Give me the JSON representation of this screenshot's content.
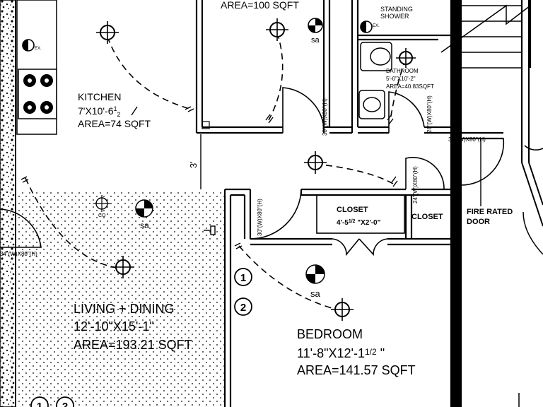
{
  "rooms": {
    "kitchen": {
      "name": "KITCHEN",
      "size_main": "7'X10'-6",
      "size_frac": "1",
      "size_frac2": "2",
      "area": "AREA=74 SQFT"
    },
    "top_room": {
      "area": "AREA=100 SQFT"
    },
    "shower": {
      "line1": "STANDING",
      "line2": "SHOWER"
    },
    "bathroom": {
      "name": "BATHROOM",
      "size": "5'-0\"X10'-2\"",
      "area": "AREA=40.83SQFT"
    },
    "living": {
      "name": "LIVING + DINING",
      "size": "12'-10\"X15'-1\"",
      "area": "AREA=193.21 SQFT"
    },
    "bedroom": {
      "name": "BEDROOM",
      "size_main": "11'-8\"X12'-1",
      "size_tail": " \"",
      "area": "AREA=141.57 SQFT"
    },
    "closet_center": {
      "name": "CLOSET",
      "size": "4'-5",
      "size_tail": " \"X2'-0\""
    },
    "closet_right": {
      "name": "CLOSET"
    }
  },
  "door_labels": {
    "top_center": "30\"(W)X80\"(H)",
    "bath": "28\"(W)X80\"(H)",
    "hall_right": "32\"(W)X80\"(H)",
    "hall_mid": "24\"(W)X80\"(H)",
    "living_left": "34\"(W)X80\"(H)",
    "bedroom": "30\"(W)X80\"(H)"
  },
  "notes": {
    "fire_door_1": "FIRE RATED",
    "fire_door_2": "DOOR",
    "dimension_3ft": "3'",
    "half": "1/2"
  },
  "symbols": {
    "smoke_alarm": "sa",
    "co_detector": "CO",
    "exhaust": "EX.",
    "circuit_1": "1",
    "circuit_2": "2"
  }
}
